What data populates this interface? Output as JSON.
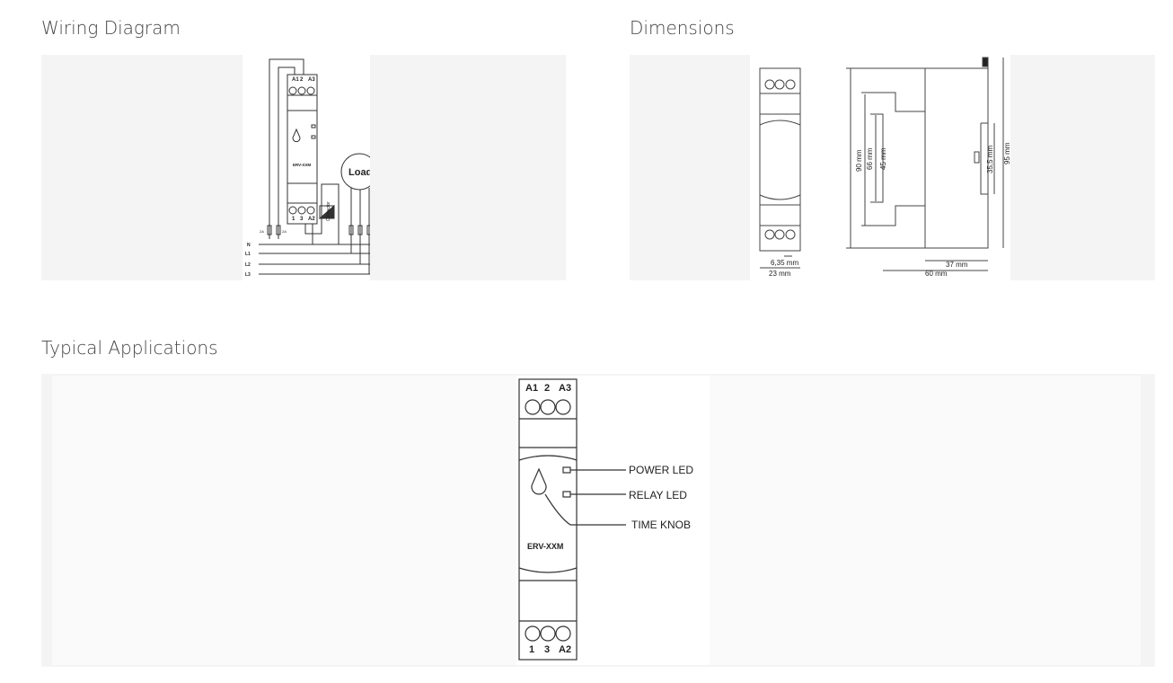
{
  "sections": {
    "wiring": {
      "title": "Wiring Diagram",
      "top_terminals": [
        "A1",
        "2",
        "A3"
      ],
      "bottom_terminals": [
        "1",
        "3",
        "A2"
      ],
      "model": "ERV-XXM",
      "load": "Load",
      "contactor": "Contactor",
      "fuse_left": "2A",
      "fuse_right": "2A",
      "lines": [
        "N",
        "L1",
        "L2",
        "L3"
      ]
    },
    "dimensions": {
      "title": "Dimensions",
      "labels": {
        "d90": "90 mm",
        "d66": "66 mm",
        "d45": "45 mm",
        "d35": "35,5 mm",
        "d95": "95 mm",
        "d635": "6,35 mm",
        "d23": "23 mm",
        "d37": "37 mm",
        "d60": "60 mm"
      }
    },
    "applications": {
      "title": "Typical Applications",
      "top_terminals": [
        "A1",
        "2",
        "A3"
      ],
      "bottom_terminals": [
        "1",
        "3",
        "A2"
      ],
      "model": "ERV-XXM",
      "power_led": "POWER LED",
      "relay_led": "RELAY LED",
      "time_knob": "TIME KNOB"
    }
  }
}
